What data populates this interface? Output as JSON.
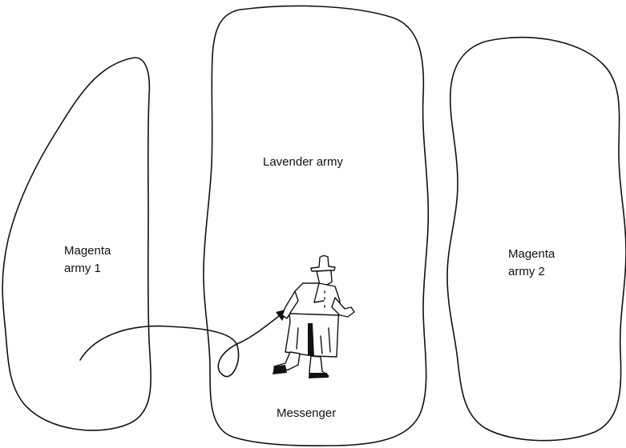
{
  "regions": {
    "magenta_army_1": {
      "line1": "Magenta",
      "line2": "army 1"
    },
    "lavender_army": {
      "label": "Lavender army"
    },
    "magenta_army_2": {
      "line1": "Magenta",
      "line2": "army 2"
    }
  },
  "messenger": {
    "label": "Messenger"
  },
  "colors": {
    "ink": "#111111",
    "background": "#ffffff"
  },
  "icons": {
    "messenger_figure": "trenchcoat-spy-icon",
    "path": "curved-arrow-icon"
  }
}
